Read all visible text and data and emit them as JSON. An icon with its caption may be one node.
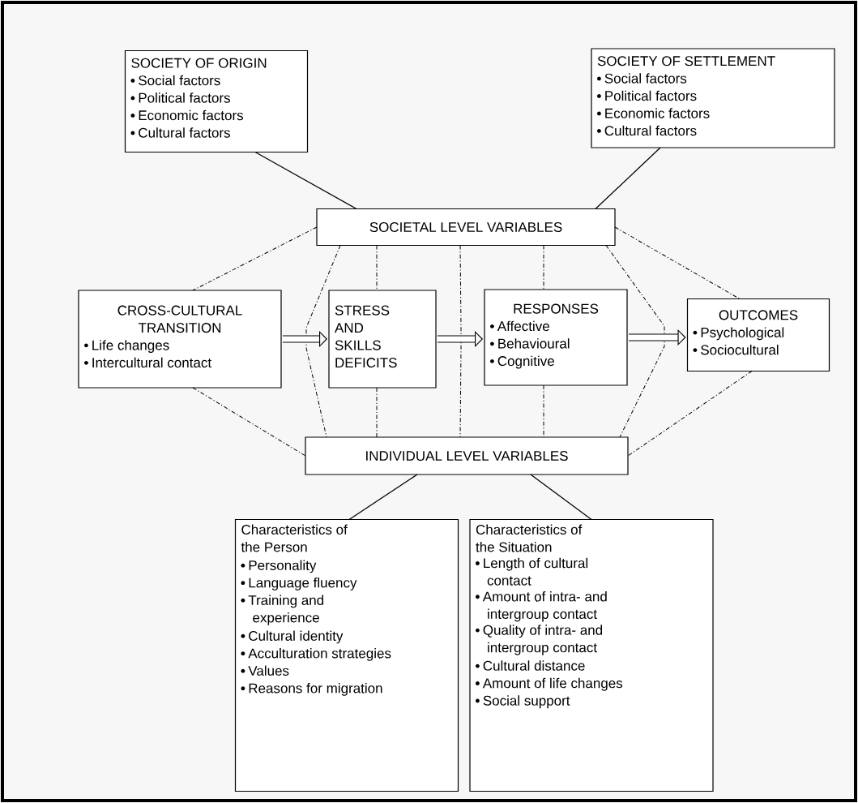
{
  "diagram": {
    "nodes": [
      {
        "text": [
          "SOCIETY OF ORIGIN",
          "Social factors",
          "Political factors",
          "Economic factors",
          "Cultural factors"
        ]
      },
      {
        "text": [
          "SOCIETY OF SETTLEMENT",
          "Social factors",
          "Political factors",
          "Economic factors",
          "Cultural factors"
        ]
      },
      {
        "text": [
          "SOCIETAL LEVEL VARIABLES"
        ]
      },
      {
        "text": [
          "CROSS-CULTURAL TRANSITION",
          "Life changes",
          "Intercultural contact"
        ]
      },
      {
        "text": [
          "STRESS AND SKILLS DEFICITS"
        ]
      },
      {
        "text": [
          "RESPONSES",
          "Affective",
          "Behavioural",
          "Cognitive"
        ]
      },
      {
        "text": [
          "OUTCOMES",
          "Psychological",
          "Sociocultural"
        ]
      },
      {
        "text": [
          "INDIVIDUAL LEVEL VARIABLES"
        ]
      },
      {
        "text": [
          "Characteristics of the Person",
          "Personality",
          "Language fluency",
          "Training and experience",
          "Cultural identity",
          "Acculturation strategies",
          "Values",
          "Reasons for migration"
        ]
      },
      {
        "text": [
          "Characteristics of the Situation",
          "Length of cultural contact",
          "Amount of intra- and intergroup contact",
          "Quality of intra- and intergroup contact",
          "Cultural distance",
          "Amount of life changes",
          "Social support"
        ]
      }
    ],
    "edges": [
      {
        "from": 0,
        "to": 2,
        "arrow": "none"
      },
      {
        "from": 1,
        "to": 2,
        "arrow": "none"
      },
      {
        "from": 2,
        "to": 3,
        "arrow": "none",
        "style": "dashed"
      },
      {
        "from": 2,
        "to": 7,
        "arrow": "none",
        "style": "dashed"
      },
      {
        "from": 2,
        "to": 4,
        "arrow": "none",
        "style": "dashed"
      },
      {
        "from": 2,
        "to": 7,
        "arrow": "none",
        "style": "dashed"
      },
      {
        "from": 2,
        "to": 5,
        "arrow": "none",
        "style": "dashed"
      },
      {
        "from": 2,
        "to": 7,
        "arrow": "none",
        "style": "dashed"
      },
      {
        "from": 2,
        "to": 6,
        "arrow": "none",
        "style": "dashed"
      },
      {
        "from": 3,
        "to": 7,
        "arrow": "none",
        "style": "dashed"
      },
      {
        "from": 4,
        "to": 7,
        "arrow": "none",
        "style": "dashed"
      },
      {
        "from": 5,
        "to": 7,
        "arrow": "none",
        "style": "dashed"
      },
      {
        "from": 6,
        "to": 7,
        "arrow": "none",
        "style": "dashed"
      },
      {
        "from": 7,
        "to": 8,
        "arrow": "none"
      },
      {
        "from": 7,
        "to": 9,
        "arrow": "none"
      },
      {
        "from": 3,
        "to": 4,
        "arrow": "to",
        "style": "thick"
      },
      {
        "from": 4,
        "to": 5,
        "arrow": "to",
        "style": "thick"
      },
      {
        "from": 5,
        "to": 6,
        "arrow": "to",
        "style": "thick"
      }
    ]
  }
}
